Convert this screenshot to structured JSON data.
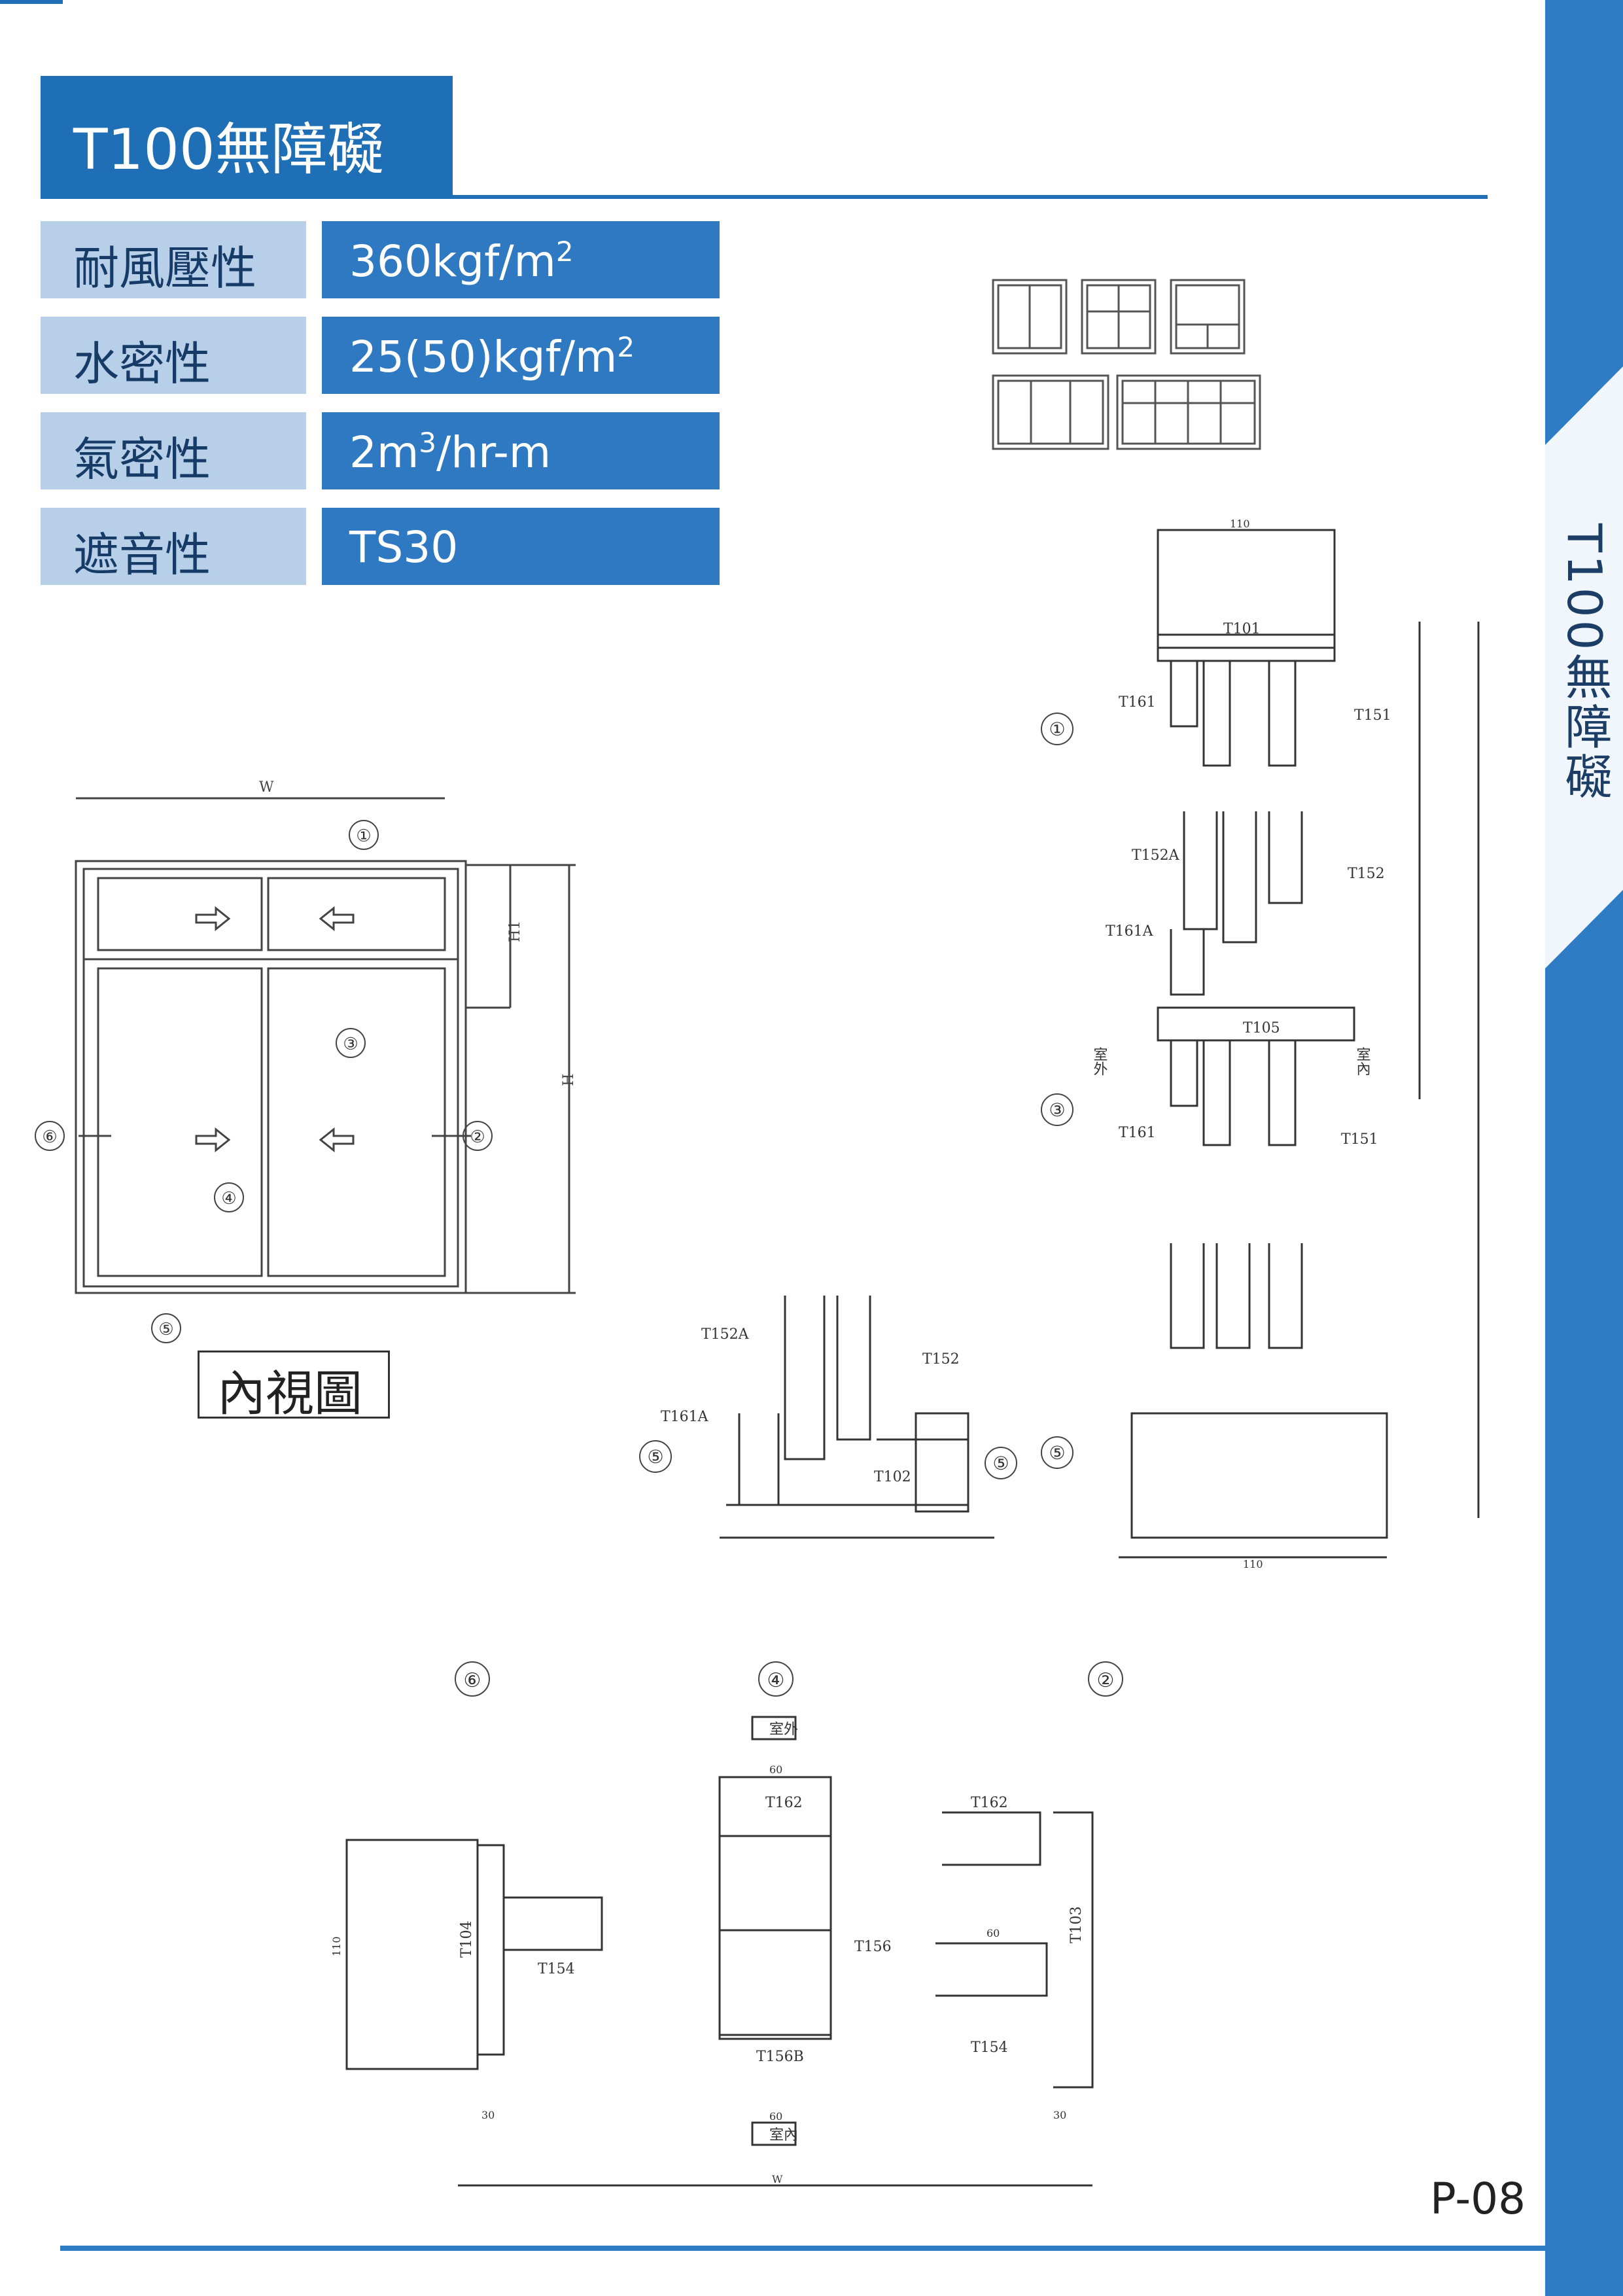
{
  "header": {
    "title": "T100無障礙"
  },
  "specs": [
    {
      "label": "耐風壓性",
      "value": "360kgf/m",
      "sup": "2",
      "suffix": ""
    },
    {
      "label": "水密性",
      "value": "25(50)kgf/m",
      "sup": "2",
      "suffix": ""
    },
    {
      "label": "氣密性",
      "value": "2m",
      "sup": "3",
      "suffix": "/hr-m"
    },
    {
      "label": "遮音性",
      "value": "TS30",
      "sup": "",
      "suffix": ""
    }
  ],
  "sidebar": {
    "title": "T100無障礙"
  },
  "elevation": {
    "caption": "內視圖",
    "dims": {
      "w": "W",
      "h": "H",
      "h1": "H1"
    },
    "callouts": [
      "①",
      "②",
      "③",
      "④",
      "⑤",
      "⑥"
    ]
  },
  "vertical_section": {
    "parts": [
      "T101",
      "T161",
      "T151",
      "T152A",
      "T152",
      "T161A",
      "T105",
      "T161",
      "T151"
    ],
    "labels": {
      "outside": "室外",
      "inside": "室內"
    },
    "callouts": [
      "①",
      "③",
      "⑤"
    ],
    "dims": {
      "top": "110",
      "bottom": "110"
    }
  },
  "sill_detail": {
    "parts": [
      "T152A",
      "T152",
      "T161A",
      "T102"
    ],
    "callouts": [
      "⑤",
      "⑤"
    ]
  },
  "horizontal_section": {
    "callouts": [
      "⑥",
      "④",
      "②"
    ],
    "labels": {
      "outside": "室外",
      "inside": "室內"
    },
    "parts": [
      "T104",
      "T154",
      "T162",
      "T156",
      "T156B",
      "T162",
      "T103",
      "T154"
    ],
    "dims": {
      "left": "110",
      "w1": "60",
      "w2": "60",
      "w3": "60",
      "left_bottom": "30",
      "right_bottom": "30",
      "overall": "W"
    }
  },
  "footer": {
    "page": "P-08"
  }
}
